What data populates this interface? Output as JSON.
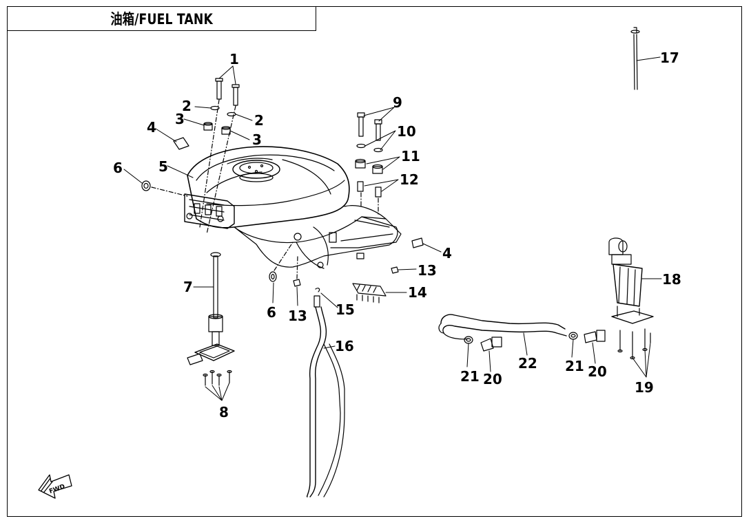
{
  "title": "油箱/FUEL TANK",
  "fwd_label": "FWD",
  "callouts": {
    "c1": "1",
    "c2a": "2",
    "c2b": "2",
    "c3a": "3",
    "c3b": "3",
    "c4a": "4",
    "c4b": "4",
    "c5": "5",
    "c6a": "6",
    "c6b": "6",
    "c7": "7",
    "c8": "8",
    "c9": "9",
    "c10": "10",
    "c11": "11",
    "c12": "12",
    "c13a": "13",
    "c13b": "13",
    "c14": "14",
    "c15": "15",
    "c16": "16",
    "c17": "17",
    "c18": "18",
    "c19": "19",
    "c20a": "20",
    "c20b": "20",
    "c21a": "21",
    "c21b": "21",
    "c22": "22"
  }
}
